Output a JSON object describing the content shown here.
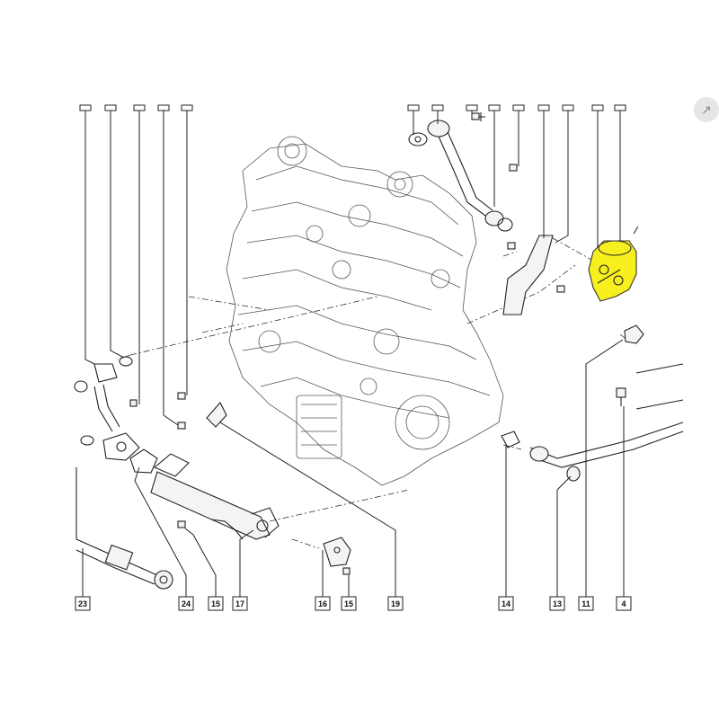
{
  "callouts": {
    "bottom": [
      "23",
      "24",
      "15",
      "17",
      "16",
      "15",
      "19",
      "14",
      "13",
      "11",
      "4"
    ]
  },
  "colors": {
    "highlight": "#f7ef1e",
    "line": "#222222"
  },
  "corner_icon": "zoom-icon"
}
